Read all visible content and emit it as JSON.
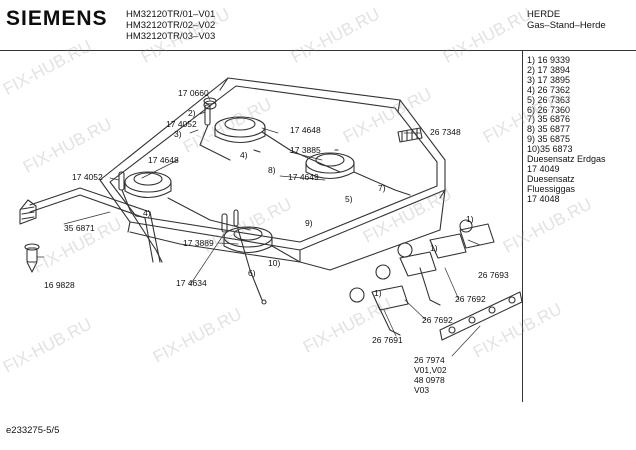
{
  "header": {
    "brand": "SIEMENS",
    "models": [
      "HM32120TR/01–V01",
      "HM32120TR/02–V02",
      "HM32120TR/03–V03"
    ],
    "category": [
      "HERDE",
      "Gas–Stand–Herde"
    ]
  },
  "parts_list": [
    "1) 16 9339",
    "2) 17 3894",
    "3) 17 3895",
    "4) 26 7362",
    "5) 26 7363",
    "6) 26 7360",
    "7) 35 6876",
    "8) 35 6877",
    "9) 35 6875",
    "10)35 6873",
    "Duesensatz Erdgas",
    "17 4049",
    "Duesensatz",
    "Fluessiggas",
    "17 4048"
  ],
  "callouts": {
    "c1": "17 0660",
    "c2": "2)",
    "c3": "17 4052",
    "c4": "3)",
    "c5": "17 4648",
    "c6": "4)",
    "c7": "17 4648",
    "c8": "17 3885",
    "c9": "26 7348",
    "c10": "8)",
    "c11": "17 4649",
    "c12": "7)",
    "c13": "17 4052",
    "c14": "4)",
    "c15": "5)",
    "c16": "9)",
    "c17": "35 6871",
    "c18": "17 3889",
    "c19": "10)",
    "c20": "6)",
    "c21": "1)",
    "c22": "1)",
    "c23": "17 4634",
    "c24": "16 9828",
    "c25": "26 7693",
    "c26": "1)",
    "c27": "26 7692",
    "c28": "26 7692",
    "c29": "26 7691",
    "c30": "26 7974",
    "c31": "V01,V02",
    "c32": "48 0978",
    "c33": "V03"
  },
  "footer": {
    "doc_id": "e233275-5/5"
  },
  "watermark": "FIX-HUB.RU"
}
